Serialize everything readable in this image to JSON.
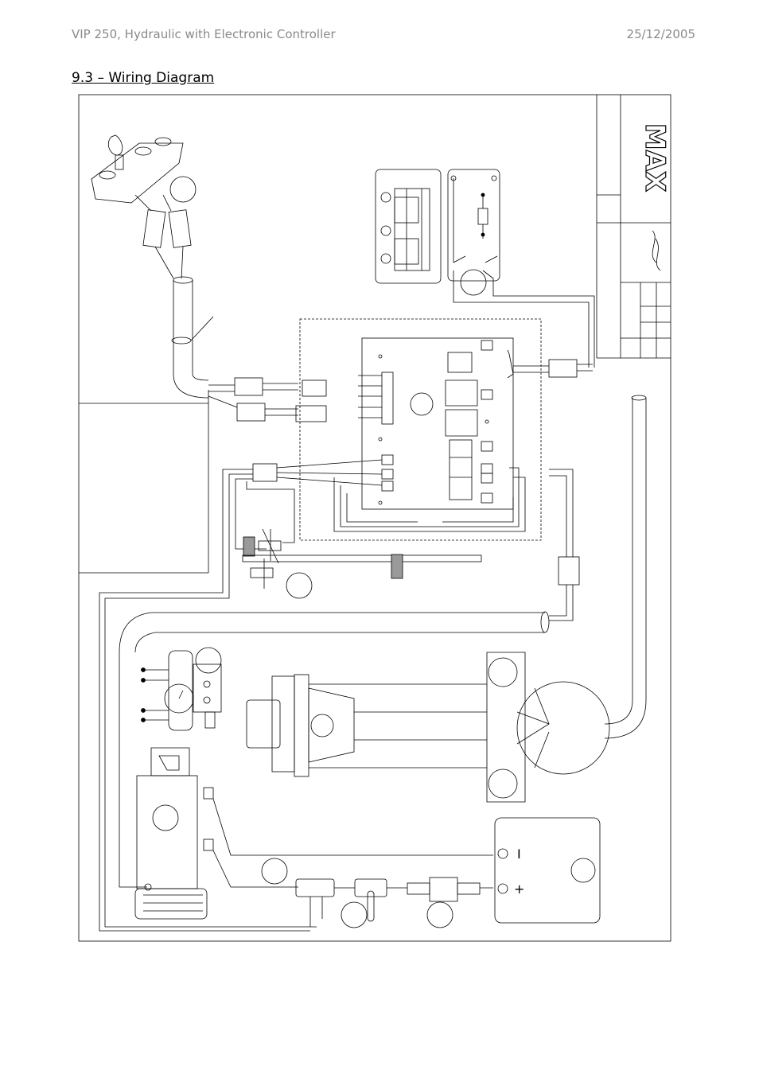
{
  "header": {
    "document_title": "VIP 250, Hydraulic with Electronic Controller",
    "date": "25/12/2005"
  },
  "section": {
    "title": "9.3 – Wiring Diagram"
  },
  "diagram": {
    "brand_logo_text": "MAX",
    "battery_terminals": {
      "negative": "I",
      "positive": "+"
    }
  },
  "colors": {
    "header_text": "#8a8a8a",
    "line": "#000000",
    "grey_fill": "#9a9a9a"
  }
}
